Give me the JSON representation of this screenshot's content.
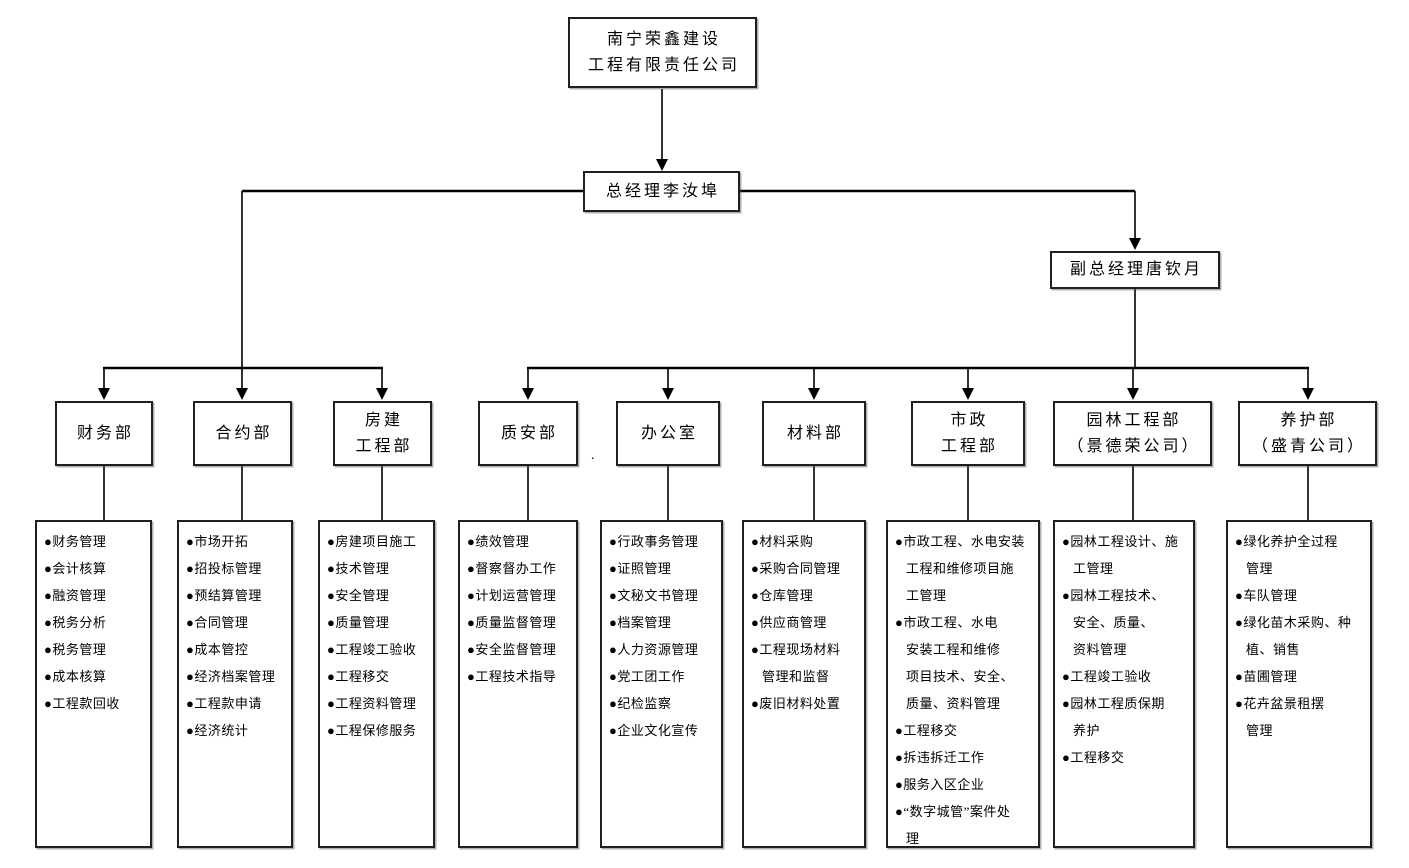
{
  "company": {
    "name": "南宁荣鑫建设\n工程有限责任公司"
  },
  "general_manager": {
    "name": "总经理李汝埠"
  },
  "deputy_general_manager": {
    "name": "副总经理唐钦月"
  },
  "stray_mark": ".",
  "departments": [
    {
      "name": "财务部",
      "duties": [
        "●财务管理",
        "●会计核算",
        "●融资管理",
        "●税务分析",
        "●税务管理",
        "●成本核算",
        "●工程款回收"
      ]
    },
    {
      "name": "合约部",
      "duties": [
        "●市场开拓",
        "●招投标管理",
        "●预结算管理",
        "●合同管理",
        "●成本管控",
        "●经济档案管理",
        "●工程款申请",
        "●经济统计"
      ]
    },
    {
      "name": "房建\n工程部",
      "duties": [
        "●房建项目施工",
        "●技术管理",
        "●安全管理",
        "●质量管理",
        "●工程竣工验收",
        "●工程移交",
        "●工程资料管理",
        "●工程保修服务"
      ]
    },
    {
      "name": "质安部",
      "duties": [
        "●绩效管理",
        "●督察督办工作",
        "●计划运营管理",
        "●质量监督管理",
        "●安全监督管理",
        "●工程技术指导"
      ]
    },
    {
      "name": "办公室",
      "duties": [
        "●行政事务管理",
        "●证照管理",
        "●文秘文书管理",
        "●档案管理",
        "●人力资源管理",
        "●党工团工作",
        "●纪检监察",
        "●企业文化宣传"
      ]
    },
    {
      "name": "材料部",
      "duties": [
        "●材料采购",
        "●采购合同管理",
        "●仓库管理",
        "●供应商管理",
        "●工程现场材料\n管理和监督",
        "●废旧材料处置"
      ]
    },
    {
      "name": "市政\n工程部",
      "duties": [
        "●市政工程、水电安装\n工程和维修项目施\n工管理",
        "●市政工程、水电\n安装工程和维修\n项目技术、安全、\n质量、资料管理",
        "●工程移交",
        "●拆违拆迁工作",
        "●服务入区企业",
        "●“数字城管”案件处\n理"
      ]
    },
    {
      "name": "园林工程部\n（景德荣公司）",
      "duties": [
        "●园林工程设计、施\n工管理",
        "●园林工程技术、\n安全、质量、\n资料管理",
        "●工程竣工验收",
        "●园林工程质保期\n养护",
        "●工程移交"
      ]
    },
    {
      "name": "养护部\n（盛青公司）",
      "duties": [
        "●绿化养护全过程\n管理",
        "●车队管理",
        "●绿化苗木采购、种\n植、销售",
        "●苗圃管理",
        "●花卉盆景租摆\n管理"
      ]
    }
  ]
}
